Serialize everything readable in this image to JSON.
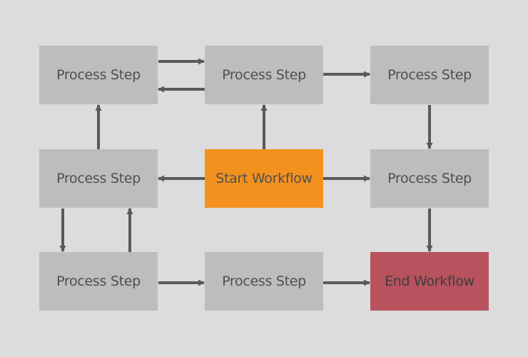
{
  "diagram": {
    "nodes": {
      "r1c1": {
        "label": "Process Step",
        "fill": "#bdbdbd",
        "text_color": "#4f4f4f"
      },
      "r1c2": {
        "label": "Process Step",
        "fill": "#bdbdbd",
        "text_color": "#4f4f4f"
      },
      "r1c3": {
        "label": "Process Step",
        "fill": "#bdbdbd",
        "text_color": "#4f4f4f"
      },
      "r2c1": {
        "label": "Process Step",
        "fill": "#bdbdbd",
        "text_color": "#4f4f4f"
      },
      "r2c2": {
        "label": "Start Workflow",
        "fill": "#f3911f",
        "text_color": "#4f4f4f"
      },
      "r2c3": {
        "label": "Process Step",
        "fill": "#bdbdbd",
        "text_color": "#4f4f4f"
      },
      "r3c1": {
        "label": "Process Step",
        "fill": "#bdbdbd",
        "text_color": "#4f4f4f"
      },
      "r3c2": {
        "label": "Process Step",
        "fill": "#bdbdbd",
        "text_color": "#4f4f4f"
      },
      "r3c3": {
        "label": "End Workflow",
        "fill": "#b8525e",
        "text_color": "#3d3d3d"
      }
    },
    "edges": [
      {
        "from": "r2c2",
        "to": "r2c1"
      },
      {
        "from": "r2c2",
        "to": "r1c2"
      },
      {
        "from": "r2c2",
        "to": "r2c3"
      },
      {
        "from": "r1c1",
        "to": "r1c2"
      },
      {
        "from": "r1c2",
        "to": "r1c1"
      },
      {
        "from": "r1c2",
        "to": "r1c3"
      },
      {
        "from": "r1c3",
        "to": "r2c3"
      },
      {
        "from": "r2c3",
        "to": "r3c3"
      },
      {
        "from": "r2c1",
        "to": "r1c1"
      },
      {
        "from": "r2c1",
        "to": "r3c1"
      },
      {
        "from": "r3c1",
        "to": "r2c1"
      },
      {
        "from": "r3c1",
        "to": "r3c2"
      },
      {
        "from": "r3c2",
        "to": "r3c3"
      }
    ],
    "colors": {
      "arrow": "#5a5a5a",
      "background": "#dcdcdc"
    }
  }
}
